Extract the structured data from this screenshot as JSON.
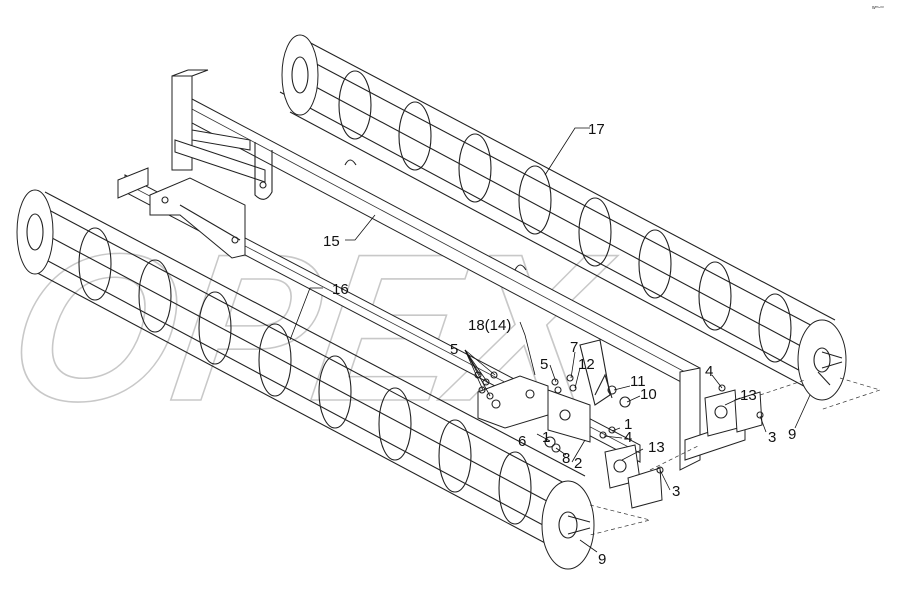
{
  "corner_mark": "wᵐ-ᵒᵒ",
  "watermark": "OPEX",
  "callouts": [
    {
      "id": "c17",
      "text": "17"
    },
    {
      "id": "c15",
      "text": "15"
    },
    {
      "id": "c16",
      "text": "16"
    },
    {
      "id": "c18",
      "text": "18(14)"
    },
    {
      "id": "c5a",
      "text": "5"
    },
    {
      "id": "c5b",
      "text": "5"
    },
    {
      "id": "c7",
      "text": "7"
    },
    {
      "id": "c12",
      "text": "12"
    },
    {
      "id": "c11",
      "text": "11"
    },
    {
      "id": "c10",
      "text": "10"
    },
    {
      "id": "c1a",
      "text": "1"
    },
    {
      "id": "c1b",
      "text": "1"
    },
    {
      "id": "c4a",
      "text": "4"
    },
    {
      "id": "c4b",
      "text": "4"
    },
    {
      "id": "c6",
      "text": "6"
    },
    {
      "id": "c8",
      "text": "8"
    },
    {
      "id": "c2",
      "text": "2"
    },
    {
      "id": "c13a",
      "text": "13"
    },
    {
      "id": "c13b",
      "text": "13"
    },
    {
      "id": "c3a",
      "text": "3"
    },
    {
      "id": "c3b",
      "text": "3"
    },
    {
      "id": "c9a",
      "text": "9"
    },
    {
      "id": "c9b",
      "text": "9"
    }
  ]
}
